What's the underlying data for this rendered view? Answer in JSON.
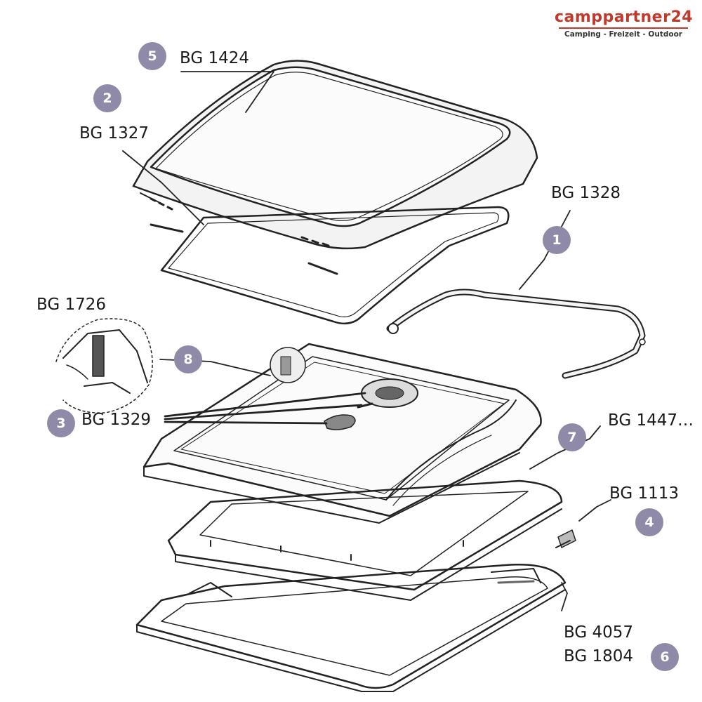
{
  "brand": {
    "name": "camppartner24",
    "tagline": "Camping - Freizeit - Outdoor",
    "color": "#c0392b"
  },
  "badge_color": "#8e8aa8",
  "parts": [
    {
      "number": "5",
      "code": "BG 1424"
    },
    {
      "number": "2",
      "code": "BG 1327"
    },
    {
      "number": "1",
      "code": "BG 1328"
    },
    {
      "number": "8",
      "code": "BG 1726"
    },
    {
      "number": "3",
      "code": "BG 1329"
    },
    {
      "number": "7",
      "code": "BG 1447…"
    },
    {
      "number": "4",
      "code": "BG 1113"
    },
    {
      "number": "6",
      "code": "BG 4057",
      "code2": "BG 1804"
    }
  ]
}
